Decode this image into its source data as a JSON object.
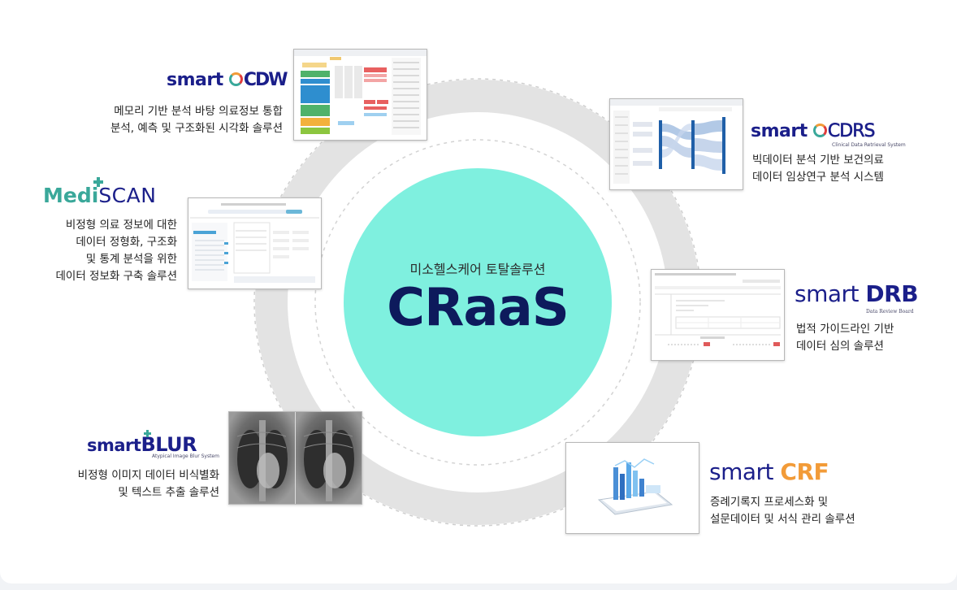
{
  "center": {
    "subtitle": "미소헬스케어 토탈솔루션",
    "title": "CRaaS"
  },
  "colors": {
    "circle": "#7ff0df",
    "ring": "#e6e6e6",
    "navy": "#1b1f8a",
    "title_navy": "#0d1a5c",
    "accent_red": "#e03c3c",
    "accent_teal": "#3aa89a",
    "accent_orange": "#f29b38"
  },
  "products": {
    "cdw": {
      "logo_prefix": "smart ",
      "logo_suffix": "CDW",
      "desc_line1": "메모리 기반 분석 바탕 의료정보 통합",
      "desc_line2": "분석, 예측 및 구조화된 시각화 솔루션",
      "icon": "cross-circle-logo-icon"
    },
    "cdrs": {
      "logo_prefix": "smart ",
      "logo_suffix": "CDRS",
      "logo_sub": "Clinical Data Retrieval System",
      "desc_line1": "빅데이터 분석 기반 보건의료",
      "desc_line2": "데이터 임상연구 분석 시스템",
      "icon": "cross-circle-logo-icon"
    },
    "mediscan": {
      "logo_prefix": "Medi",
      "logo_suffix": "SCAN",
      "desc_line1": "비정형 의료 정보에 대한",
      "desc_line2": "데이터 정형화, 구조화",
      "desc_line3": "및 통계 분석을 위한",
      "desc_line4": "데이터 정보화 구축 솔루션",
      "icon": "plus-logo-icon"
    },
    "drb": {
      "logo_prefix": "smart ",
      "logo_suffix": "DRB",
      "logo_sub": "Data Review Board",
      "desc_line1": "법적 가이드라인 기반",
      "desc_line2": "데이터 심의 솔루션"
    },
    "blur": {
      "logo_prefix": "smart",
      "logo_suffix": "BLUR",
      "logo_sub": "Atypical Image Blur System",
      "desc_line1": "비정형 이미지 데이터 비식별화",
      "desc_line2": "및 텍스트 추출 솔루션",
      "icon": "plus-logo-icon"
    },
    "crf": {
      "logo_prefix": "smart ",
      "logo_suffix": "CRF",
      "desc_line1": "증례기록지 프로세스화 및",
      "desc_line2": "설문데이터 및 서식 관리 솔루션"
    }
  }
}
